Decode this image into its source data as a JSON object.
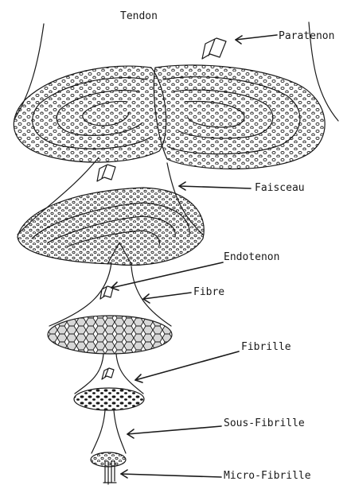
{
  "labels": {
    "tendon": "Tendon",
    "paratenon": "Paratenon",
    "faisceau": "Faisceau",
    "endotenon": "Endotenon",
    "fibre": "Fibre",
    "fibrille": "Fibrille",
    "sous_fibrille": "Sous-Fibrille",
    "micro_fibrille": "Micro-Fibrille"
  },
  "colors": {
    "ink": "#1a1a1a",
    "fill": "#e8e8e8"
  }
}
